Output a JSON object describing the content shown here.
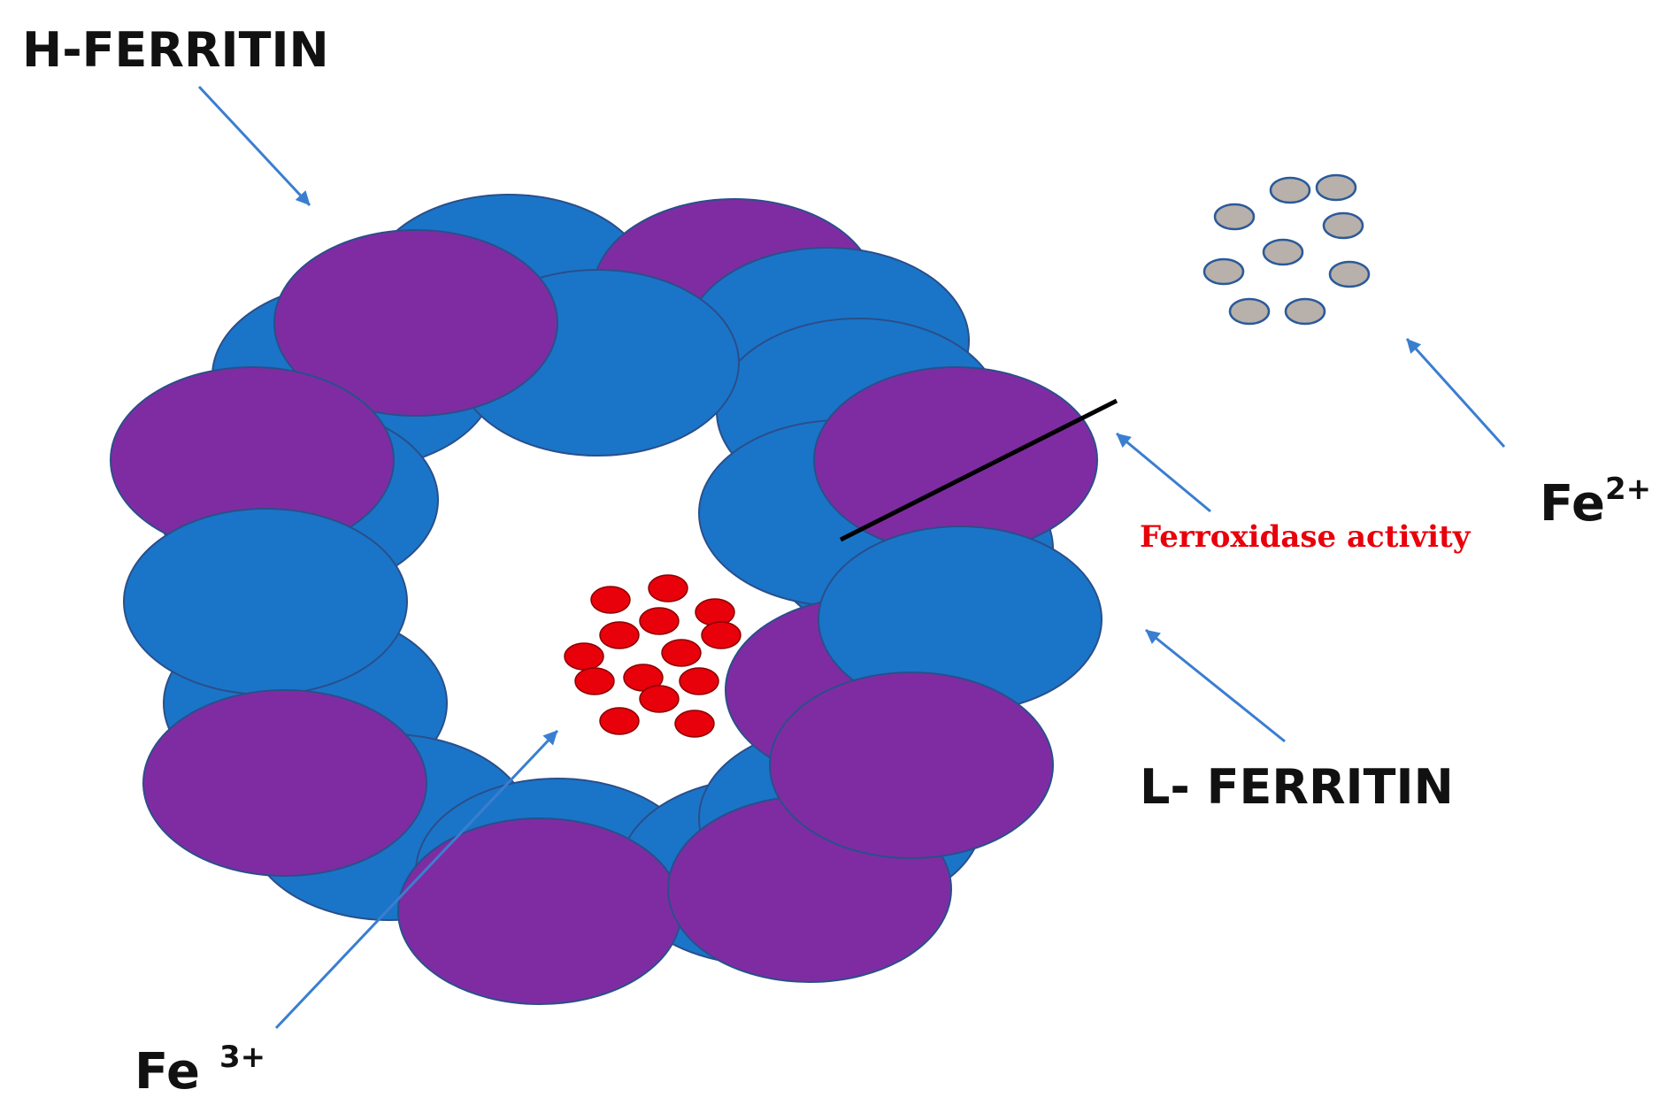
{
  "labels": {
    "h_ferritin": "H-FERRITIN",
    "l_ferritin": "L- FERRITIN",
    "ferroxidase": "Ferroxidase activity",
    "fe2_base": "Fe",
    "fe2_sup": "2+",
    "fe3_base": "Fe",
    "fe3_sup": "3+"
  },
  "colors": {
    "blue_subunit": "#1a75c9",
    "purple_subunit": "#7f2ca3",
    "fe3_dot": "#e8000b",
    "fe2_dot": "#b8b0aa",
    "arrow": "#3a7ed0",
    "ferroxidase_text": "#e8000b"
  }
}
